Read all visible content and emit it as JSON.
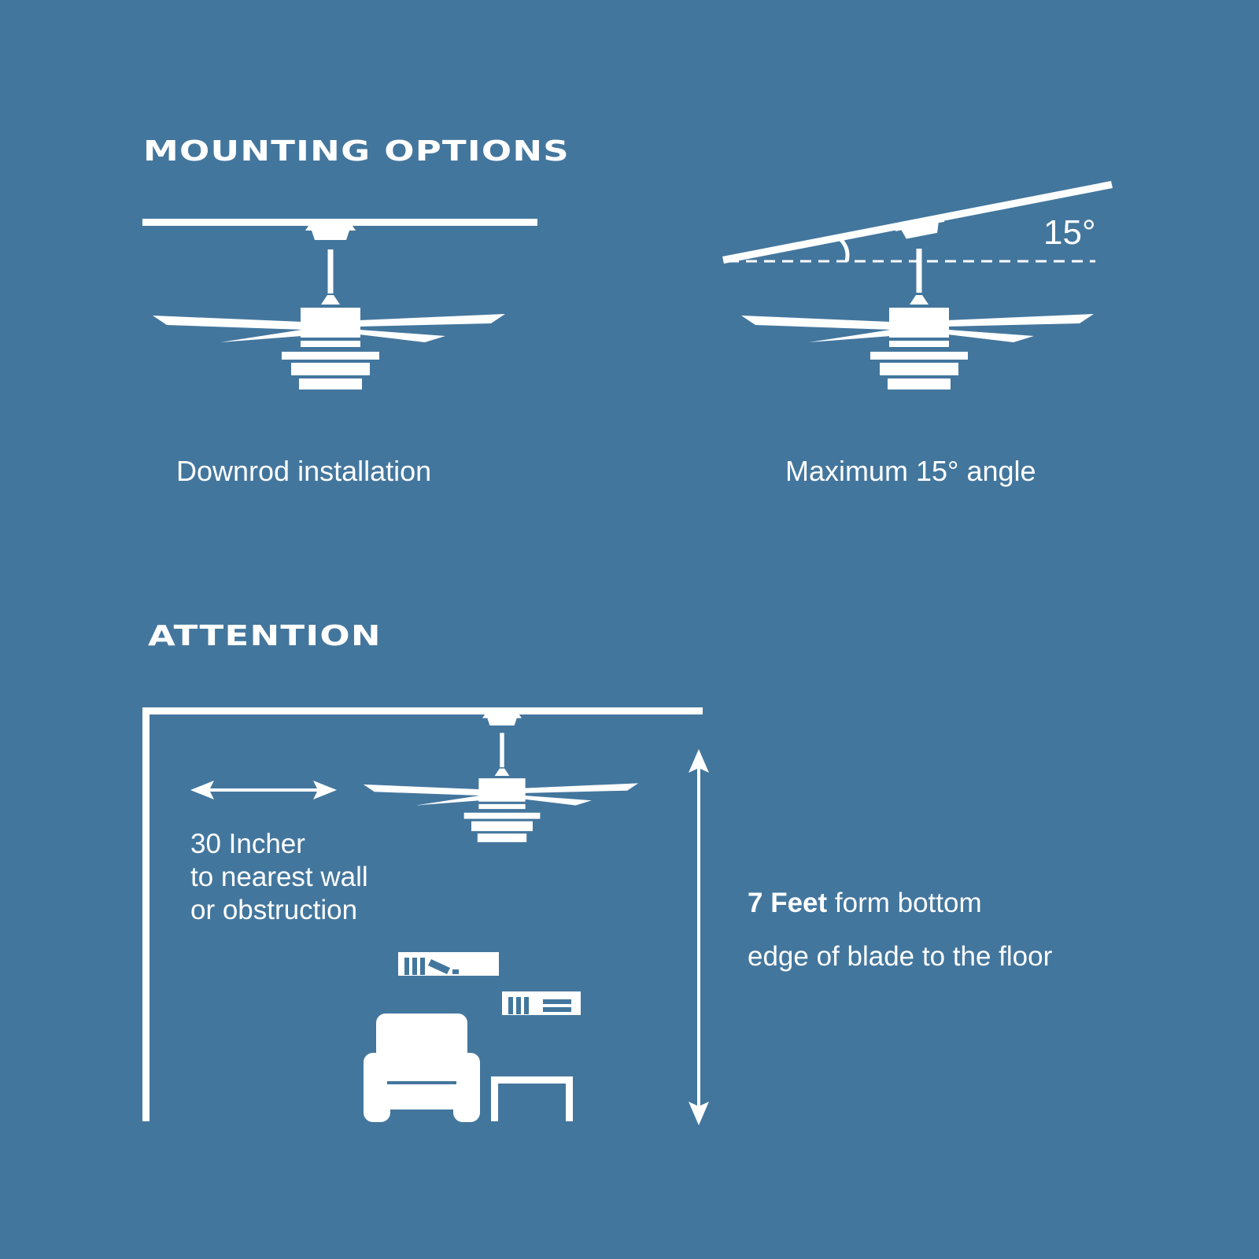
{
  "sections": {
    "mounting": {
      "heading": "MOUNTING OPTIONS"
    },
    "attention": {
      "heading": "ATTENTION"
    }
  },
  "options": [
    {
      "caption": "Downrod installation"
    },
    {
      "caption": "Maximum 15° angle",
      "angle_label": "15°"
    }
  ],
  "notes": {
    "wall": {
      "value": "30 Incher",
      "line1": "to nearest wall",
      "line2": "or obstruction"
    },
    "floor": {
      "value": "7 Feet",
      "rest1": "form bottom",
      "line2": "edge of blade to the floor"
    }
  },
  "colors": {
    "background": "#43769d",
    "foreground": "#ffffff"
  },
  "icons": [
    "ceiling-fan-icon",
    "armchair-icon",
    "side-table-icon",
    "wall-shelf-icon",
    "double-arrow-icon"
  ]
}
